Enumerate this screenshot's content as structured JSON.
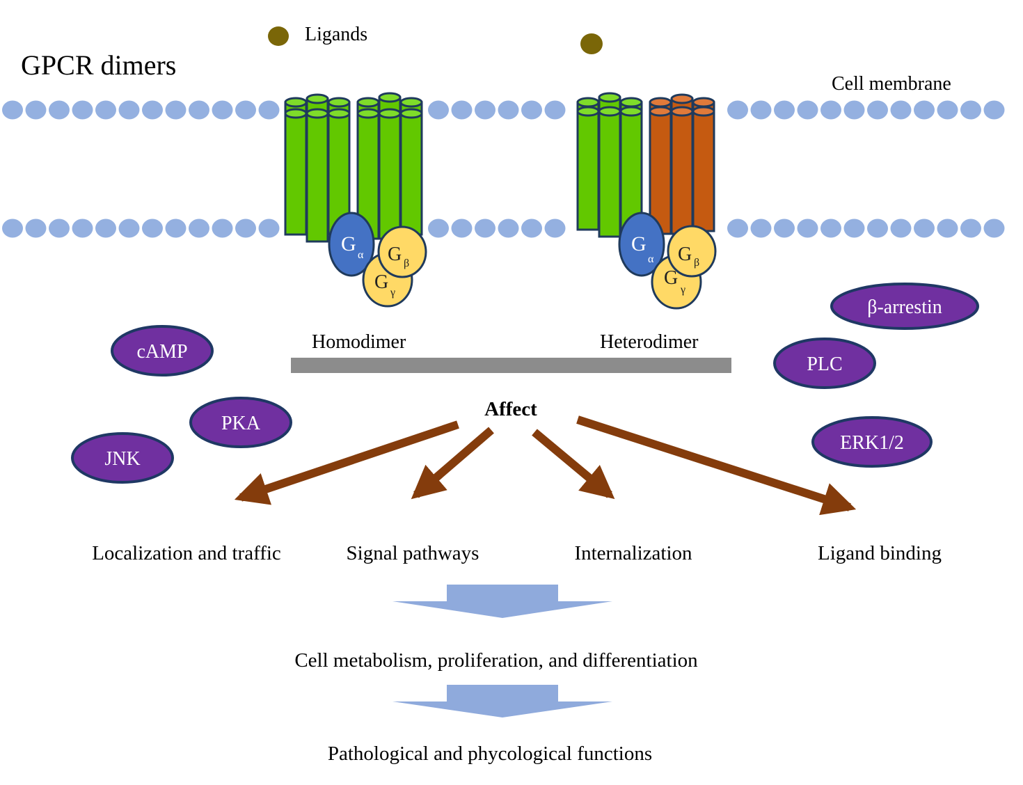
{
  "title": "GPCR dimers",
  "legend": {
    "ligands_label": "Ligands"
  },
  "membrane_label": "Cell membrane",
  "dimers": {
    "homodimer_label": "Homodimer",
    "heterodimer_label": "Heterodimer"
  },
  "g_proteins": {
    "alpha": {
      "base": "G",
      "sub": "α"
    },
    "beta": {
      "base": "G",
      "sub": "β"
    },
    "gamma": {
      "base": "G",
      "sub": "γ"
    }
  },
  "affect_label": "Affect",
  "effectors": [
    "cAMP",
    "PKA",
    "JNK",
    "β-arrestin",
    "PLC",
    "ERK1/2"
  ],
  "effects": [
    "Localization and traffic",
    "Signal pathways",
    "Internalization",
    "Ligand binding"
  ],
  "outcomes": [
    "Cell metabolism, proliferation, and differentiation",
    "Pathological and phycological functions"
  ],
  "colors": {
    "membrane_bead": "#94b0e0",
    "ligand": "#7a6608",
    "receptor_green": "#62c800",
    "receptor_orange": "#c55a11",
    "receptor_outline": "#1f3a5c",
    "g_alpha": "#4472c4",
    "g_beta_gamma": "#ffd966",
    "effector_fill": "#7030a0",
    "effector_outline": "#1f3864",
    "affect_arrow": "#843c0c",
    "flow_arrow": "#8faadc",
    "divider_bar": "#8c8c8c"
  }
}
